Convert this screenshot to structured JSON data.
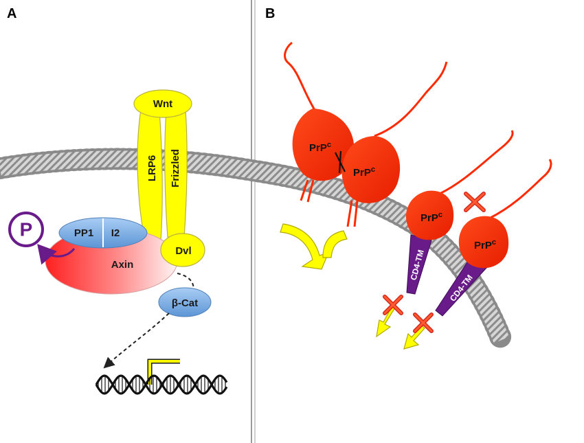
{
  "panels": {
    "a": {
      "label": "A"
    },
    "b": {
      "label": "B"
    }
  },
  "panel_a": {
    "wnt": "Wnt",
    "lrp6": "LRP6",
    "frizzled": "Frizzled",
    "pp1": "PP1",
    "i2": "I2",
    "axin": "Axin",
    "dvl": "Dvl",
    "beta_catenin": "β-Cat",
    "phosphate": "P"
  },
  "panel_b": {
    "prion_label": "PrP",
    "prion_superscript": "c",
    "cd4_tm": "CD4-TM"
  },
  "colors": {
    "yellow": "#ffff00",
    "prion_red": "#ff2a00",
    "purple": "#6a1b8a",
    "blue": "#7fb0e6",
    "axin_red": "#ff3a3a",
    "membrane_gray": "#b8b8b8"
  }
}
